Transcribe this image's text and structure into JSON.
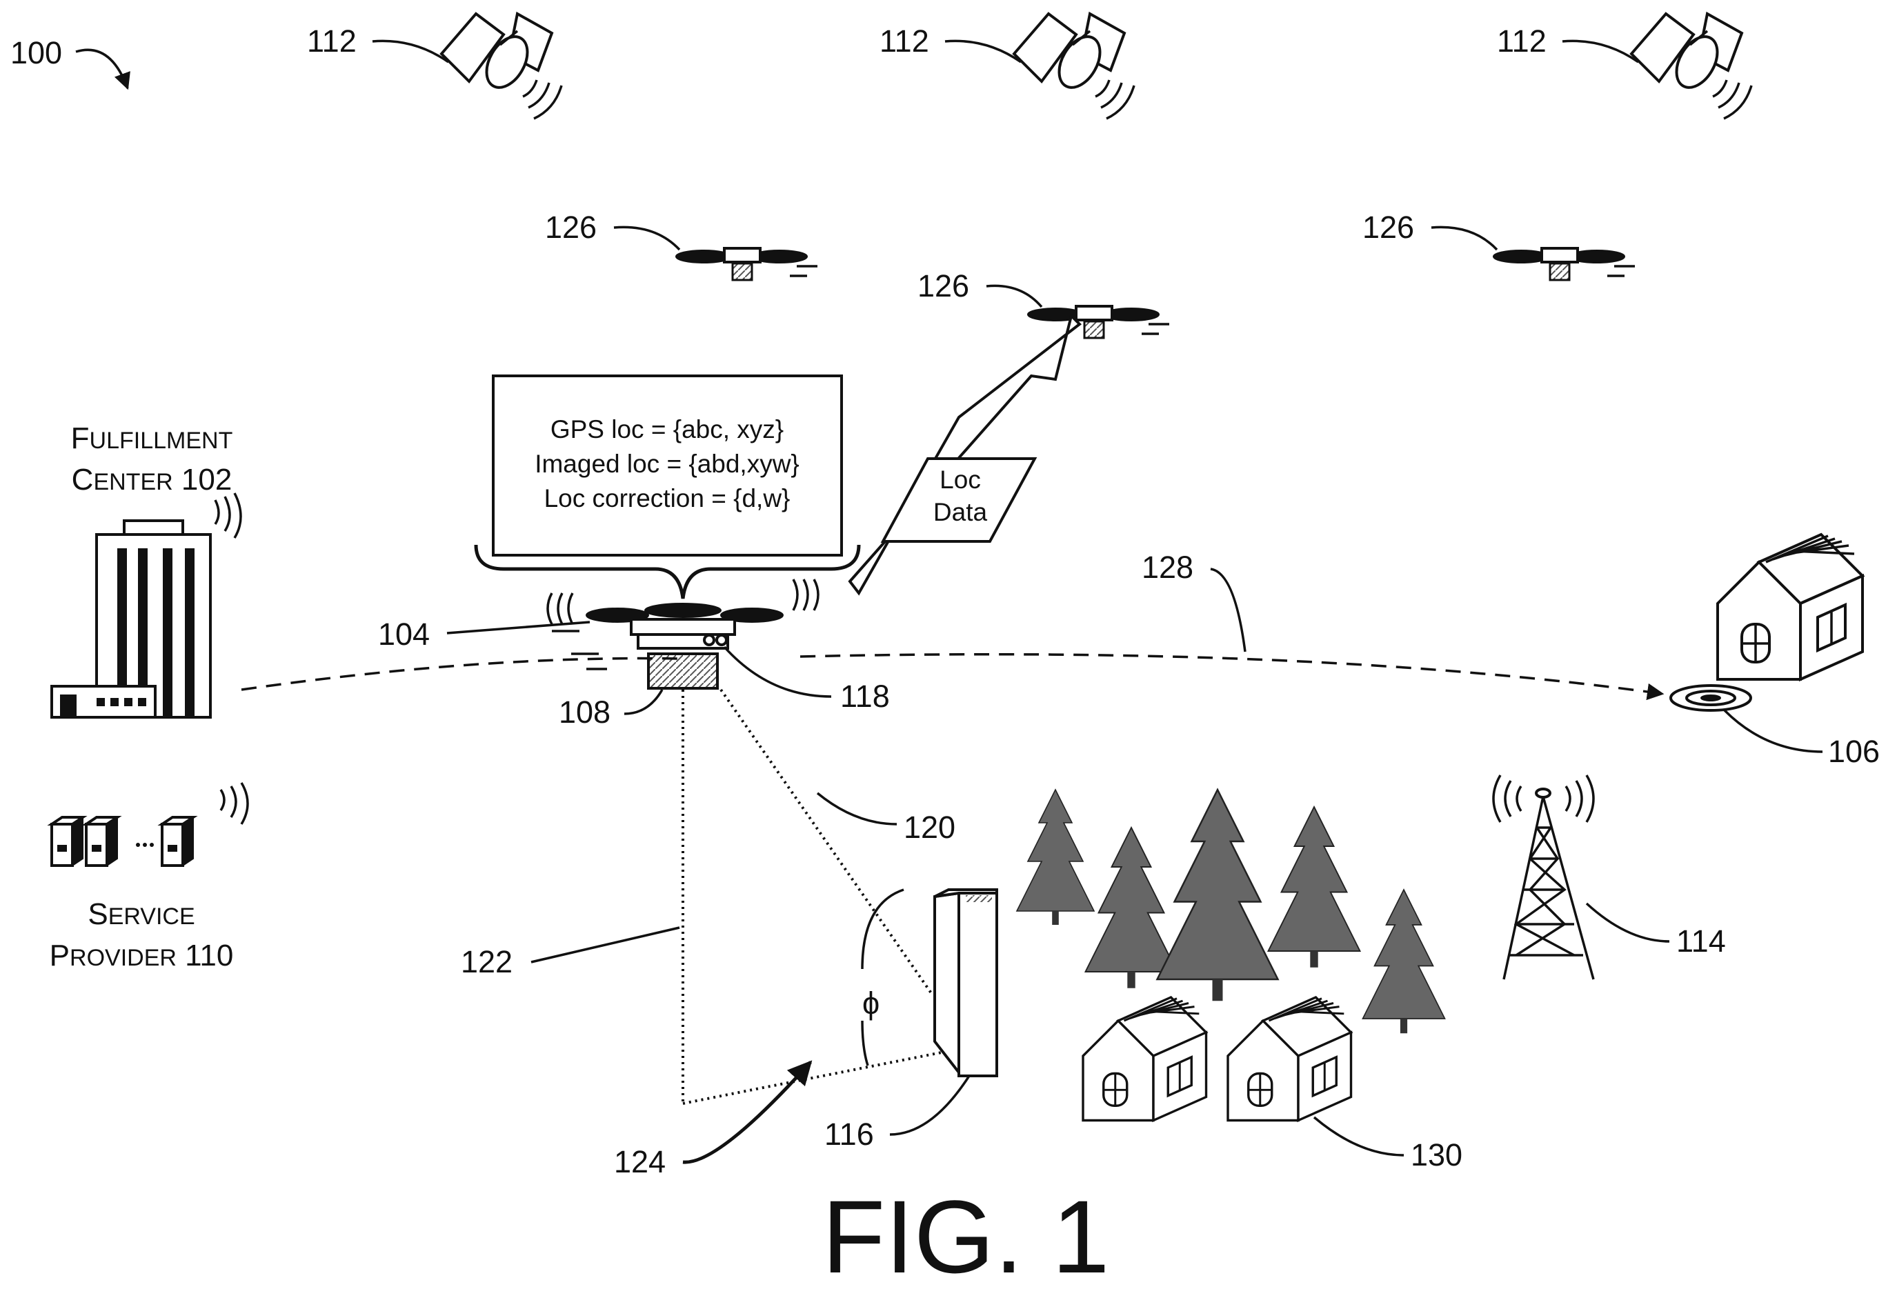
{
  "labels": {
    "system": "100",
    "satellite": "112",
    "relay_uav": "126",
    "uav": "104",
    "camera": "108",
    "sensor": "118",
    "line_of_sight": "120",
    "vertical_ref": "122",
    "angle_ref": "124",
    "landmark": "116",
    "destination": "106",
    "route": "128",
    "tower": "114",
    "houses": "130",
    "angle_symbol": "ϕ"
  },
  "fulfillment": {
    "line1": "Fulfillment",
    "line2": "Center 102"
  },
  "service": {
    "line1": "Service",
    "line2": "Provider 110"
  },
  "info_box": {
    "gps": "GPS loc = {abc, xyz}",
    "imaged": "Imaged loc = {abd,xyw}",
    "correction": "Loc correction = {d,w}"
  },
  "loc_data": {
    "line1": "Loc",
    "line2": "Data"
  },
  "figure_caption": "FIG. 1"
}
